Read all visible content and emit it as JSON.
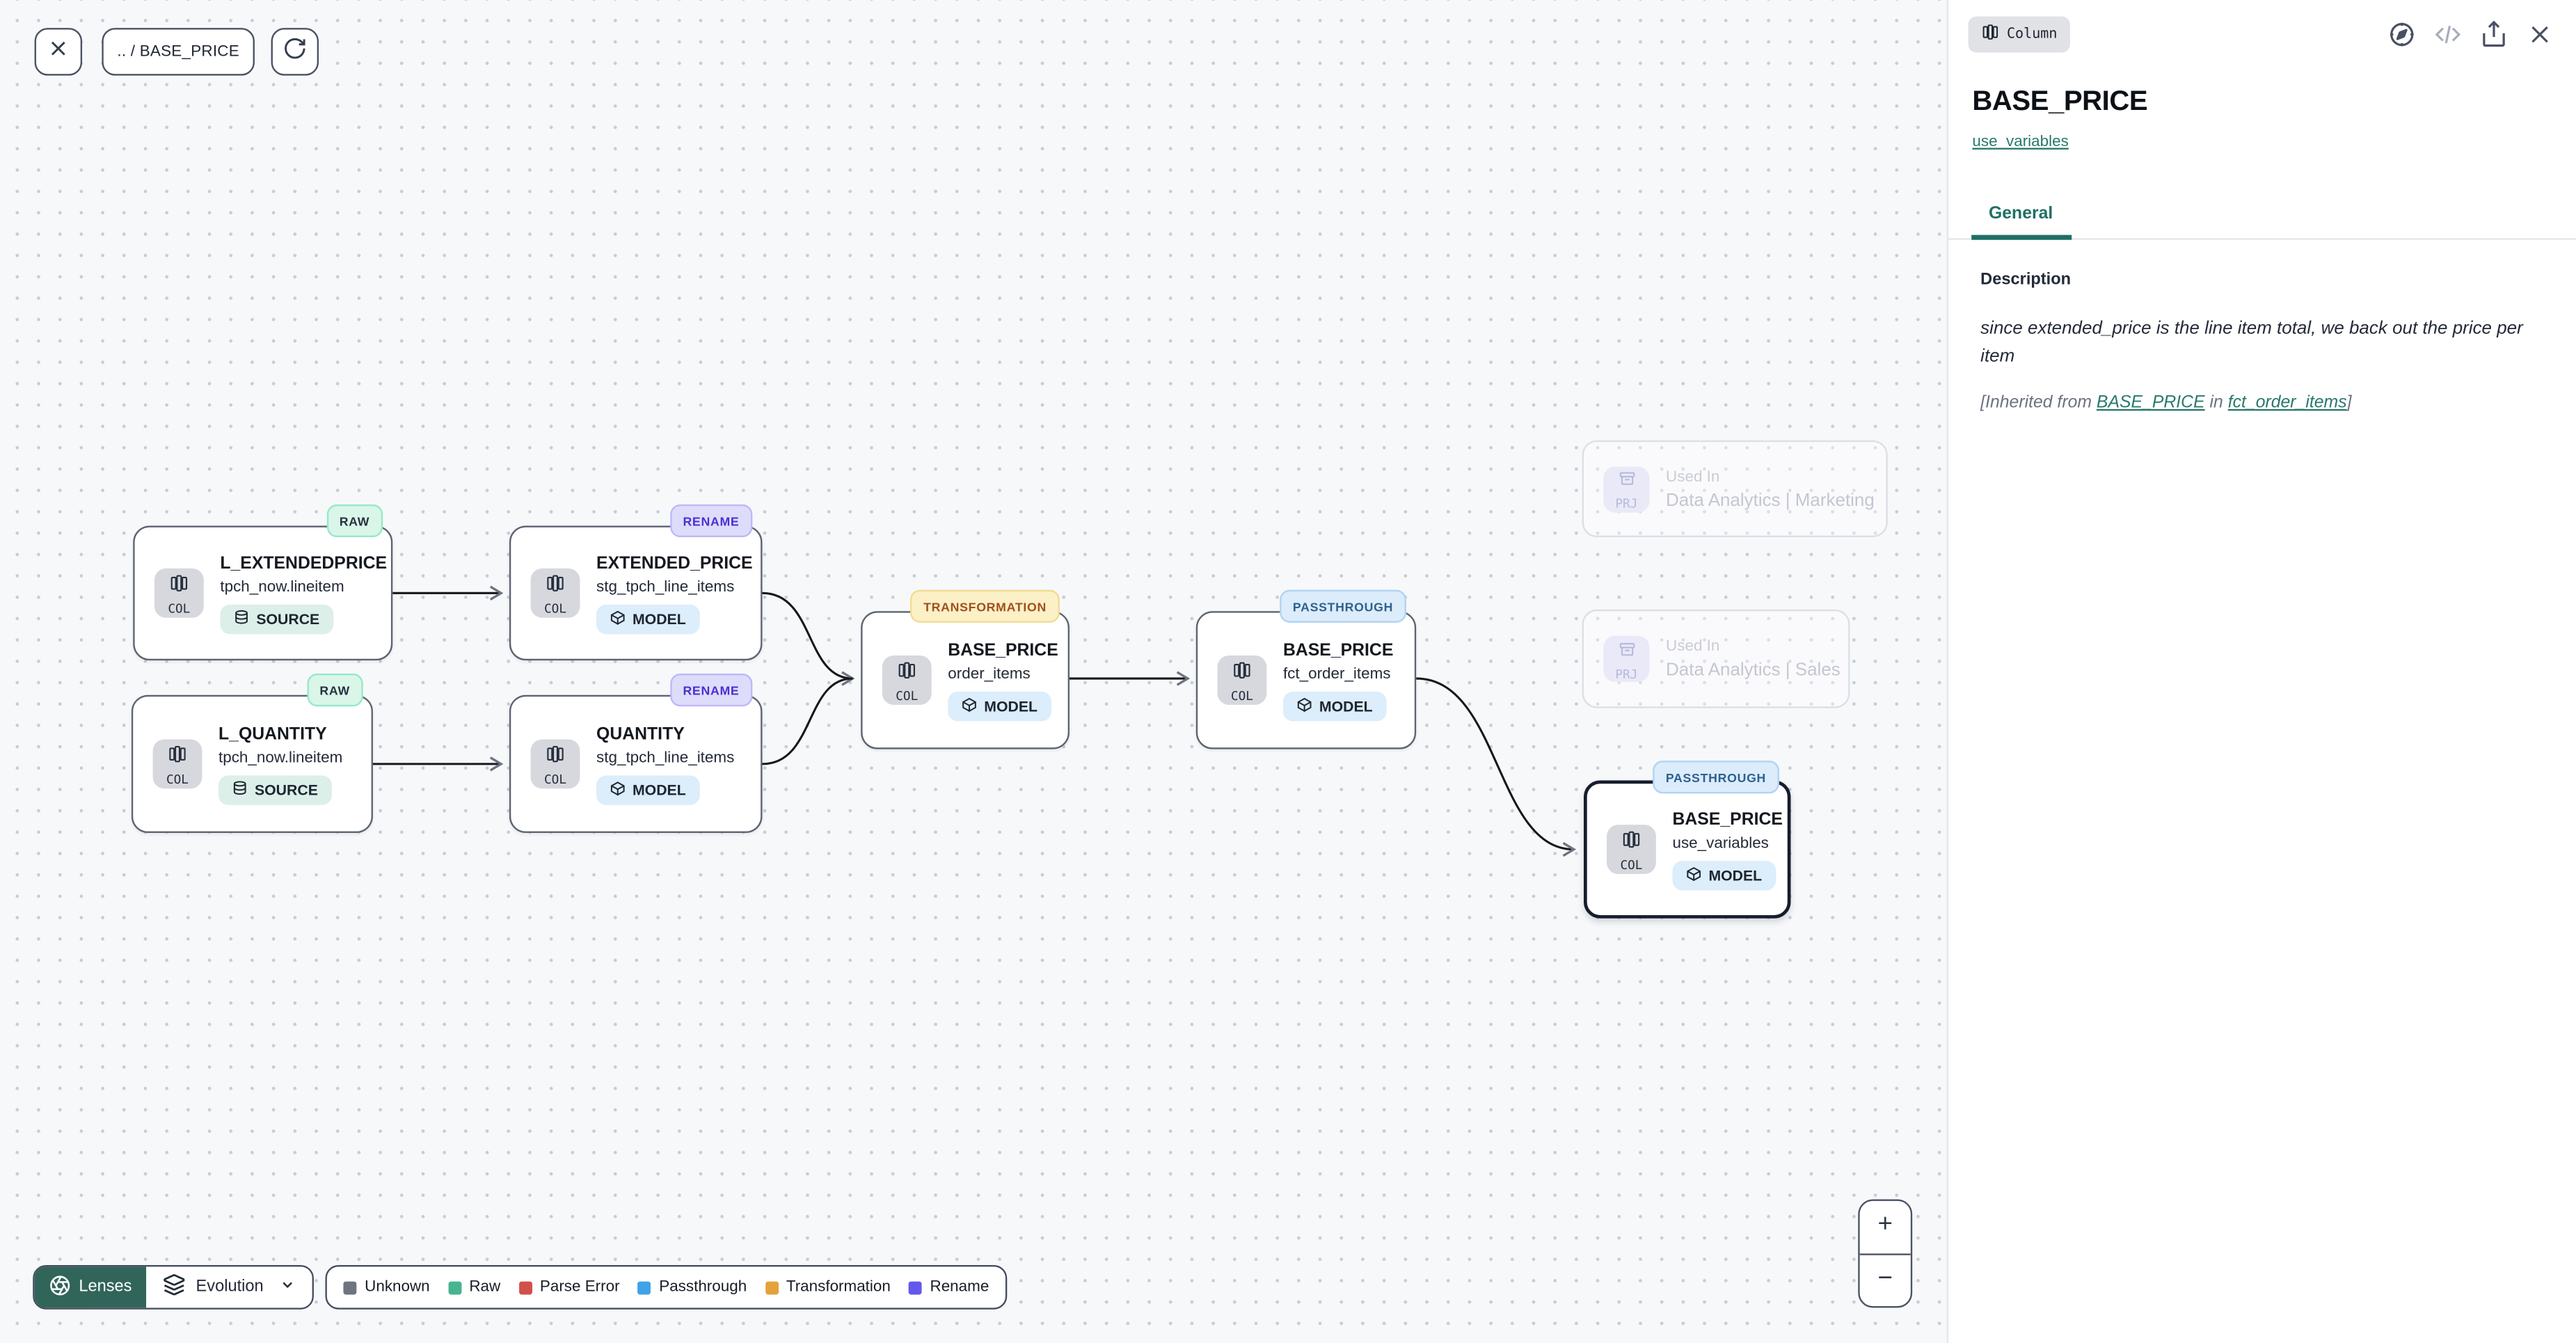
{
  "toolbar": {
    "breadcrumb": ".. / BASE_PRICE"
  },
  "colors": {
    "lenses_bg": "#31655a",
    "teal_link": "#27796b",
    "tab_teal": "#1f6f64"
  },
  "panel": {
    "type_badge": "Column",
    "title": "BASE_PRICE",
    "model_link": "use_variables",
    "tab_general": "General",
    "description_heading": "Description",
    "description_body": "since extended_price is the line item total, we back out the price per item",
    "inherited": {
      "prefix": "[Inherited from ",
      "link_column": "BASE_PRICE",
      "middle": " in ",
      "link_model": "fct_order_items",
      "suffix": "]"
    }
  },
  "nodes": [
    {
      "badge": "RAW",
      "type_label": "COL",
      "title": "L_EXTENDEDPRICE",
      "subtitle": "tpch_now.lineitem",
      "kind": "SOURCE"
    },
    {
      "badge": "RENAME",
      "type_label": "COL",
      "title": "EXTENDED_PRICE",
      "subtitle": "stg_tpch_line_items",
      "kind": "MODEL"
    },
    {
      "badge": "RAW",
      "type_label": "COL",
      "title": "L_QUANTITY",
      "subtitle": "tpch_now.lineitem",
      "kind": "SOURCE"
    },
    {
      "badge": "RENAME",
      "type_label": "COL",
      "title": "QUANTITY",
      "subtitle": "stg_tpch_line_items",
      "kind": "MODEL"
    },
    {
      "badge": "TRANSFORMATION",
      "type_label": "COL",
      "title": "BASE_PRICE",
      "subtitle": "order_items",
      "kind": "MODEL"
    },
    {
      "badge": "PASSTHROUGH",
      "type_label": "COL",
      "title": "BASE_PRICE",
      "subtitle": "fct_order_items",
      "kind": "MODEL"
    },
    {
      "badge": "PASSTHROUGH",
      "type_label": "COL",
      "title": "BASE_PRICE",
      "subtitle": "use_variables",
      "kind": "MODEL"
    }
  ],
  "ghost_nodes": [
    {
      "type_label": "PRJ",
      "label": "Used In",
      "name": "Data Analytics | Marketing"
    },
    {
      "type_label": "PRJ",
      "label": "Used In",
      "name": "Data Analytics | Sales"
    }
  ],
  "lenses": {
    "label": "Lenses",
    "selected": "Evolution"
  },
  "legend": {
    "items": [
      {
        "label": "Unknown",
        "color": "#6e7480"
      },
      {
        "label": "Raw",
        "color": "#47b490"
      },
      {
        "label": "Parse Error",
        "color": "#d34f4a"
      },
      {
        "label": "Passthrough",
        "color": "#3fa3e8"
      },
      {
        "label": "Transformation",
        "color": "#e3a33a"
      },
      {
        "label": "Rename",
        "color": "#6258ee"
      }
    ]
  },
  "zoom_controls": {
    "zoom_in": "+",
    "zoom_out": "−"
  }
}
